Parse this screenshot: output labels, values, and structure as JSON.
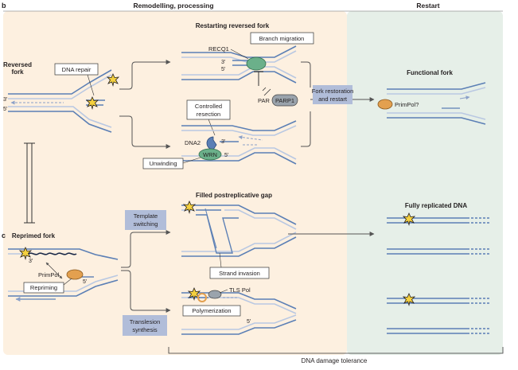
{
  "panels": {
    "b": "b",
    "c": "c"
  },
  "headers": {
    "remodelling": "Remodelling, processing",
    "restart": "Restart"
  },
  "titles": {
    "reversed_fork_line1": "Reversed",
    "reversed_fork_line2": "fork",
    "restarting_reversed_fork": "Restarting reversed fork",
    "functional_fork": "Functional fork",
    "reprimed_fork": "Reprimed fork",
    "filled_gap": "Filled postreplicative gap",
    "fully_replicated": "Fully replicated DNA"
  },
  "labels": {
    "dna_repair": "DNA repair",
    "recq1": "RECQ1",
    "branch_migration": "Branch migration",
    "par": "PAR",
    "parp1": "PARP1",
    "controlled_resection_line1": "Controlled",
    "controlled_resection_line2": "resection",
    "dna2": "DNA2",
    "wrn": "WRN",
    "unwinding": "Unwinding",
    "primpol_q": "PrimPol?",
    "primpol": "PrimPol",
    "repriming": "Repriming",
    "strand_invasion": "Strand invasion",
    "tls_pol": "TLS Pol",
    "polymerization": "Polymerization",
    "dna_damage_tolerance": "DNA damage tolerance",
    "three_prime": "3′",
    "five_prime": "5′"
  },
  "pathway_boxes": {
    "fork_restoration_line1": "Fork restoration",
    "fork_restoration_line2": "and restart",
    "template_switching_line1": "Template",
    "template_switching_line2": "switching",
    "translesion_line1": "Translesion",
    "translesion_line2": "synthesis"
  },
  "colors": {
    "orange_panel": "#fdf0e0",
    "green_panel": "#e6efe8",
    "strand_blue": "#5b7fb5",
    "strand_light": "#b9c8e2",
    "box_blue": "#b1bdd9",
    "helicase_green": "#6bb08a",
    "parp_grey": "#9aa3ac",
    "primpol_orange": "#e3a04f",
    "lesion_yellow": "#f4d03f",
    "arrow_grey": "#5a5a5a"
  }
}
